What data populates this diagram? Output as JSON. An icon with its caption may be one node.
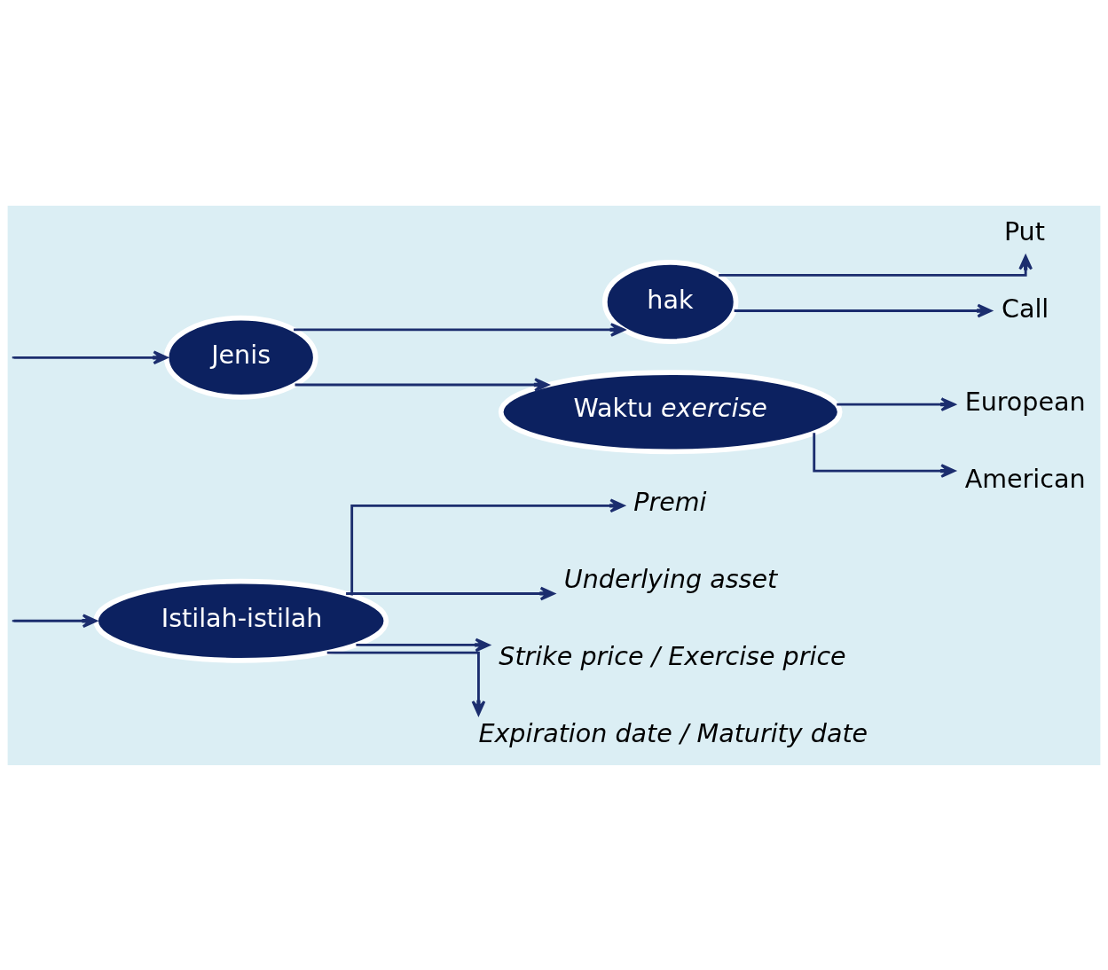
{
  "diagram": {
    "nodes": [
      {
        "text": [
          "Istilah-istilah"
        ]
      },
      {
        "text": [
          "Premi"
        ]
      },
      {
        "text": [
          "Underlying asset"
        ]
      },
      {
        "text": [
          "Strike price / Exercise price"
        ]
      },
      {
        "text": [
          "Expiration date / Maturity date"
        ]
      },
      {
        "text": [
          "Jenis"
        ]
      },
      {
        "text": [
          "hak"
        ]
      },
      {
        "text": [
          "Put"
        ]
      },
      {
        "text": [
          "Call"
        ]
      },
      {
        "text": [
          "Waktu *exercise*"
        ]
      },
      {
        "text": [
          "European"
        ]
      },
      {
        "text": [
          "American"
        ]
      }
    ],
    "edges": [
      {
        "from": null,
        "to": 0,
        "arrow": "to"
      },
      {
        "from": null,
        "to": 5,
        "arrow": "to"
      },
      {
        "from": 0,
        "to": 1,
        "arrow": "to"
      },
      {
        "from": 0,
        "to": 2,
        "arrow": "to"
      },
      {
        "from": 0,
        "to": 3,
        "arrow": "to"
      },
      {
        "from": 0,
        "to": 4,
        "arrow": "to"
      },
      {
        "from": 5,
        "to": 6,
        "arrow": "to"
      },
      {
        "from": 5,
        "to": 9,
        "arrow": "to"
      },
      {
        "from": 6,
        "to": 7,
        "arrow": "to"
      },
      {
        "from": 6,
        "to": 8,
        "arrow": "to"
      },
      {
        "from": 9,
        "to": 10,
        "arrow": "to"
      },
      {
        "from": 9,
        "to": 11,
        "arrow": "to"
      }
    ]
  }
}
